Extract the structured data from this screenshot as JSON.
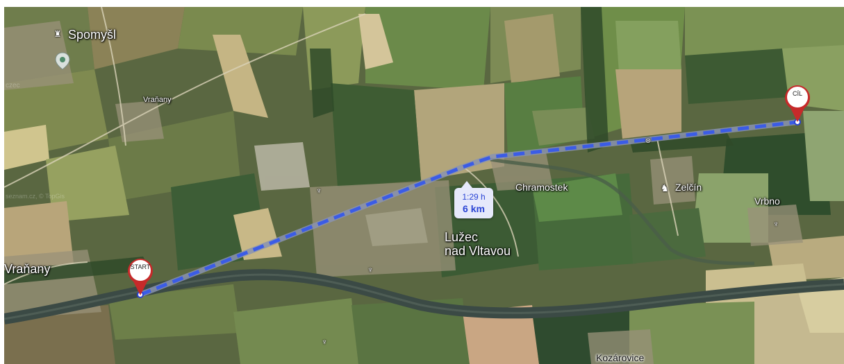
{
  "map": {
    "places": {
      "spomysl": "Spomyšl",
      "vranany_small": "Vraňany",
      "vranany": "Vraňany",
      "chramostek": "Chramostek",
      "luzec_line1": "Lužec",
      "luzec_line2": "nad Vltavou",
      "zelcin": "Zelčín",
      "vrbno": "Vrbno",
      "kozarovice": "Kozárovice"
    },
    "watermark_1": "czec",
    "watermark_2": "seznam.cz, © TopGis",
    "route": {
      "color": "#3b5ce6",
      "start_label": "START",
      "end_label": "CÍL",
      "duration": "1:29 h",
      "distance": "6 km"
    },
    "icons": {
      "start_marker": "map-pin-icon",
      "end_marker": "map-pin-icon",
      "church": "church-icon",
      "castle": "castle-icon",
      "poi": "poi-pin-icon"
    },
    "colors": {
      "marker_red": "#c62a2a",
      "river": "#3b4a45",
      "bubble_bg": "#e6e9fb"
    }
  }
}
